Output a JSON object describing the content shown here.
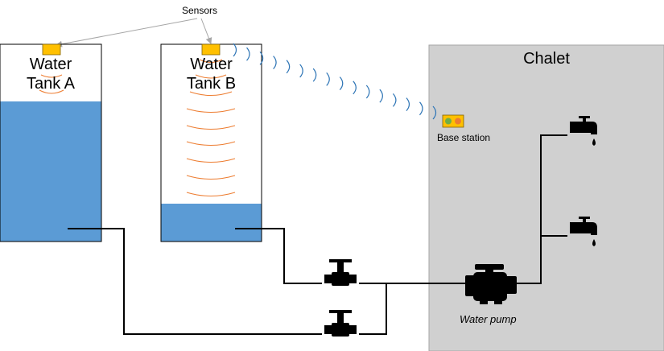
{
  "labels": {
    "sensors": "Sensors",
    "tank_a_line1": "Water",
    "tank_a_line2": "Tank A",
    "tank_b_line1": "Water",
    "tank_b_line2": "Tank B",
    "chalet": "Chalet",
    "base_station": "Base station",
    "water_pump": "Water pump"
  },
  "tanks": [
    {
      "name": "Water Tank A",
      "fill_level": 0.71
    },
    {
      "name": "Water Tank B",
      "fill_level": 0.19
    }
  ],
  "colors": {
    "water": "#5b9bd5",
    "sensor": "#ffc000",
    "signal_wave": "#2e75b6",
    "sensor_ripple": "#ed7d31",
    "chalet_fill": "#d0d0d0",
    "base_led_left": "#70ad47",
    "base_led_right": "#ed7d31"
  },
  "icons": [
    "sensor-icon",
    "valve-icon",
    "water-pump-icon",
    "faucet-icon",
    "base-station-icon"
  ]
}
